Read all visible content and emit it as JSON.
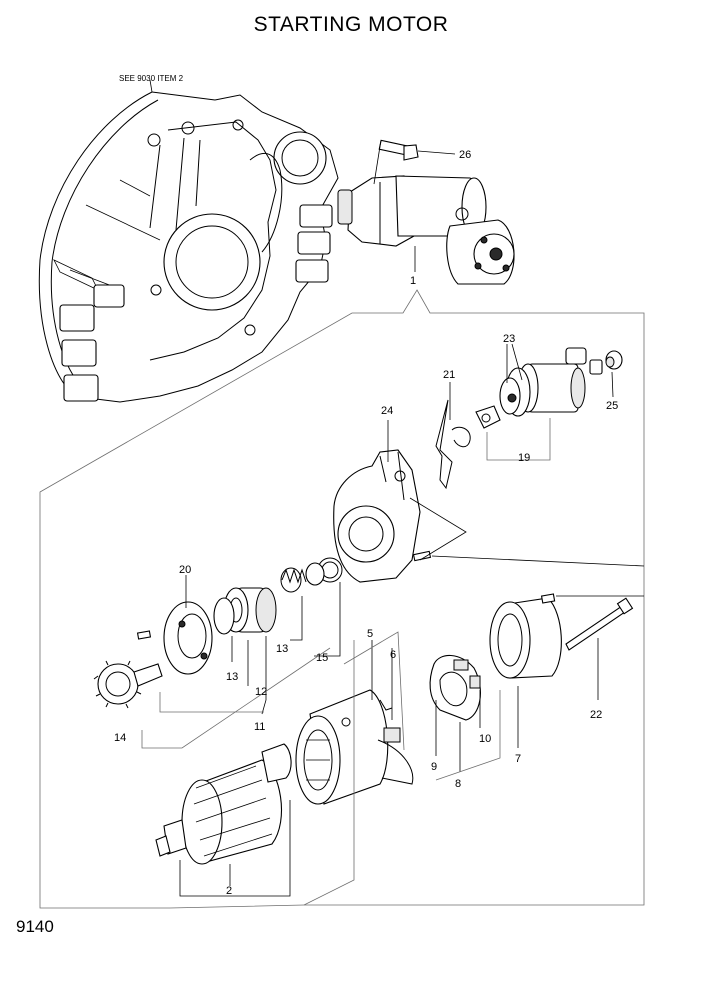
{
  "title": "STARTING MOTOR",
  "page_number": "9140",
  "reference_note": "SEE 9030 ITEM 2",
  "callouts": [
    {
      "id": "c1",
      "label": "1"
    },
    {
      "id": "c2",
      "label": "2"
    },
    {
      "id": "c5",
      "label": "5"
    },
    {
      "id": "c6",
      "label": "6"
    },
    {
      "id": "c7",
      "label": "7"
    },
    {
      "id": "c8",
      "label": "8"
    },
    {
      "id": "c9",
      "label": "9"
    },
    {
      "id": "c10",
      "label": "10"
    },
    {
      "id": "c11",
      "label": "11"
    },
    {
      "id": "c12",
      "label": "12"
    },
    {
      "id": "c13a",
      "label": "13"
    },
    {
      "id": "c13b",
      "label": "13"
    },
    {
      "id": "c14",
      "label": "14"
    },
    {
      "id": "c15",
      "label": "15"
    },
    {
      "id": "c19",
      "label": "19"
    },
    {
      "id": "c20",
      "label": "20"
    },
    {
      "id": "c21",
      "label": "21"
    },
    {
      "id": "c22",
      "label": "22"
    },
    {
      "id": "c23",
      "label": "23"
    },
    {
      "id": "c24",
      "label": "24"
    },
    {
      "id": "c25",
      "label": "25"
    },
    {
      "id": "c26",
      "label": "26"
    }
  ]
}
